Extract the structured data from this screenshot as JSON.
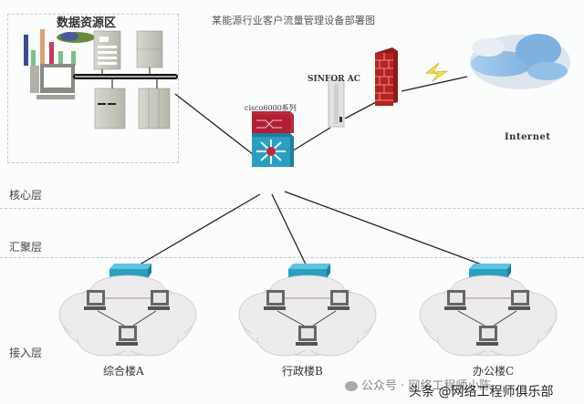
{
  "diagram": {
    "title": "某能源行业客户流量管理设备部署图",
    "data_zone": {
      "label": "数据资源区"
    },
    "core_switch": {
      "label": "cisco6000系列"
    },
    "ac_device": {
      "label": "SINFOR AC"
    },
    "firewall": {
      "label": ""
    },
    "internet": {
      "label": "Internet"
    },
    "layers": [
      {
        "label": "核心层"
      },
      {
        "label": "汇聚层"
      },
      {
        "label": "接入层"
      }
    ],
    "buildings": [
      {
        "label": "综合楼A"
      },
      {
        "label": "行政楼B"
      },
      {
        "label": "办公楼C"
      }
    ],
    "colors": {
      "switch_blue": "#2a9fc0",
      "core_red": "#c0283c",
      "firewall_red": "#b82222",
      "cloud_blue": "#8fbde6",
      "bolt_yellow": "#f2e13a"
    }
  },
  "watermark": {
    "line1": "公众号 · 网络工程师小陈",
    "line2": "头条 @网络工程师俱乐部"
  }
}
